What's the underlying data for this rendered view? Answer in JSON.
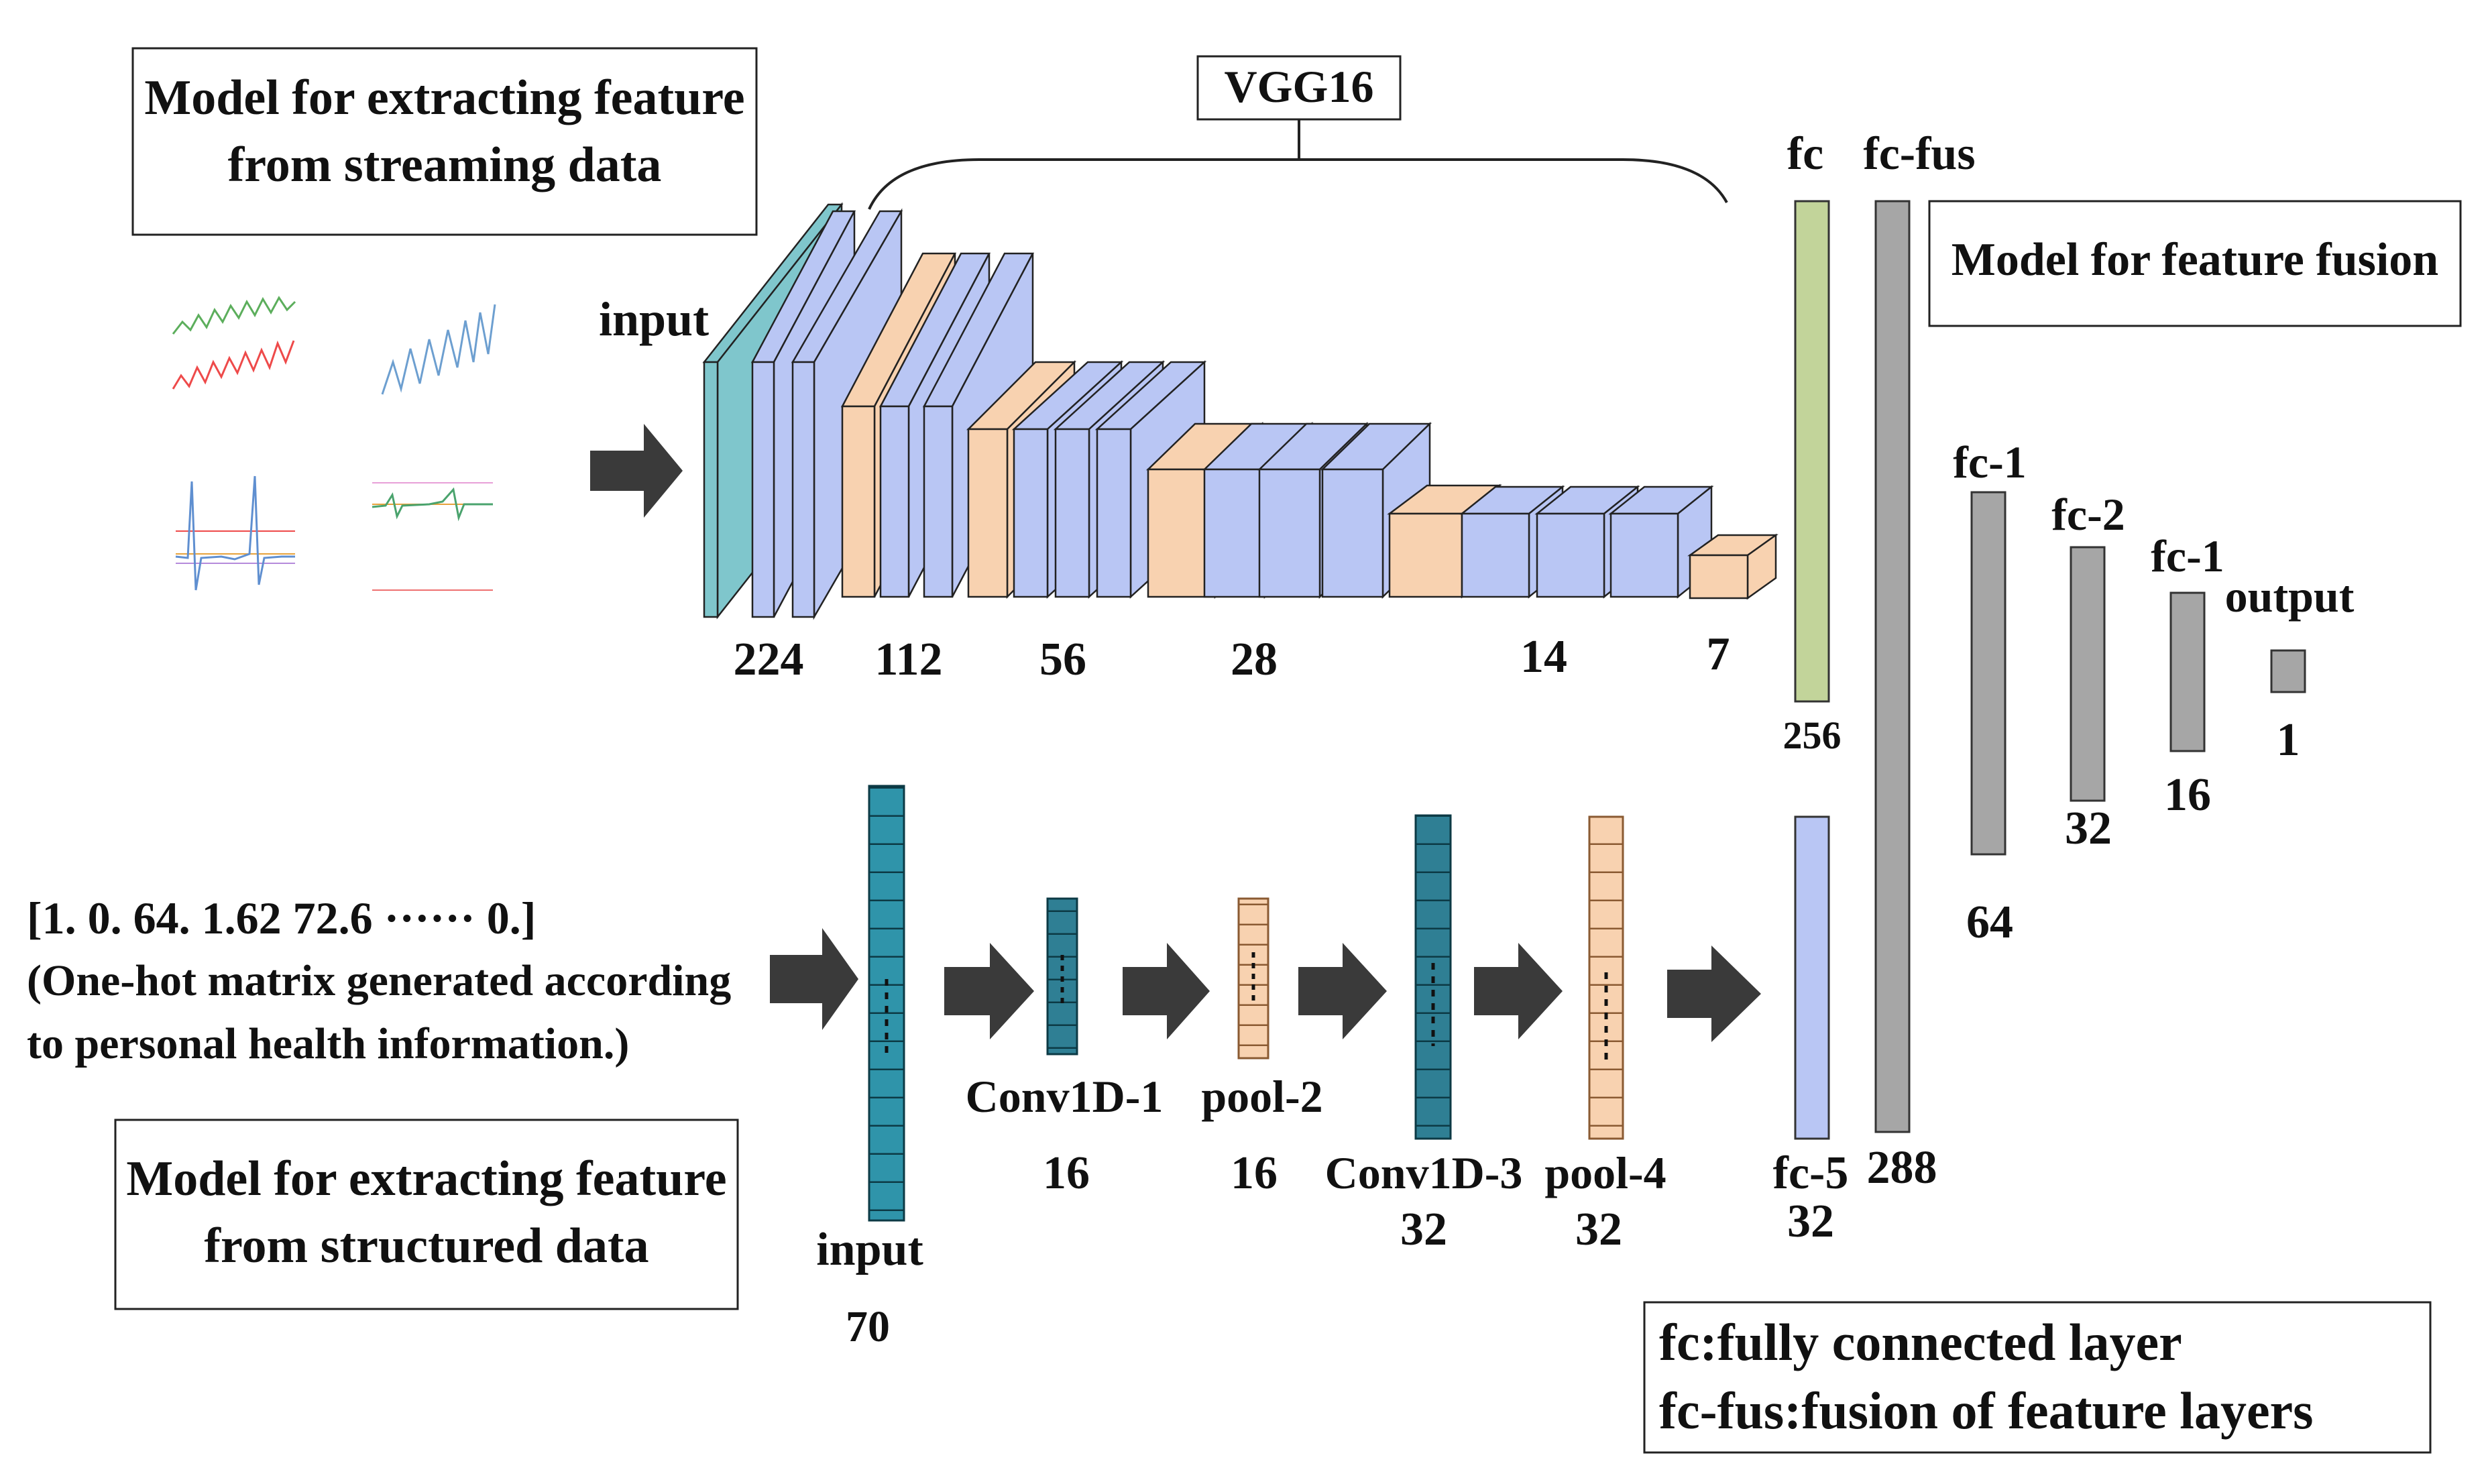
{
  "title_boxes": {
    "streaming": [
      "Model for extracting feature",
      "from streaming data"
    ],
    "structured": [
      "Model for extracting feature",
      "from structured data"
    ],
    "fusion": "Model for feature fusion"
  },
  "vgg_label": "VGG16",
  "vgg": {
    "input_label": "input",
    "sizes": [
      "224",
      "112",
      "56",
      "28",
      "14",
      "7"
    ]
  },
  "fc": {
    "fc_label": "fc",
    "fc_value": "256",
    "fcfus_label": "fc-fus",
    "fcfus_value": "288",
    "fc1_label": "fc-1",
    "fc1_value": "64",
    "fc2_label": "fc-2",
    "fc2_value": "32",
    "fc1b_label": "fc-1",
    "fc1b_value": "16",
    "output_label": "output",
    "output_value": "1"
  },
  "structured": {
    "vector_text": "[1. 0. 64. 1.62 72.6 ······ 0.]",
    "note_line1": "(One-hot matrix generated according",
    "note_line2": "to personal health information.)",
    "input_label": "input",
    "input_value": "70",
    "conv1_label": "Conv1D-1",
    "conv1_value": "16",
    "pool2_label": "pool-2",
    "pool2_value": "16",
    "conv3_label": "Conv1D-3",
    "conv3_value": "32",
    "pool4_label": "pool-4",
    "pool4_value": "32",
    "fc5_label": "fc-5",
    "fc5_value": "32"
  },
  "legend": {
    "line1": "fc:fully connected layer",
    "line2": "fc-fus:fusion of feature layers"
  },
  "colors": {
    "conv_blue": "#b9c6f4",
    "pool_orange": "#f8d2b0",
    "input_teal": "#7fc6cc",
    "conv1d_teal": "#2f7f94",
    "fc_green": "#c2d49a",
    "fc_gray": "#a6a6a6",
    "arrow": "#3a3a3a"
  }
}
